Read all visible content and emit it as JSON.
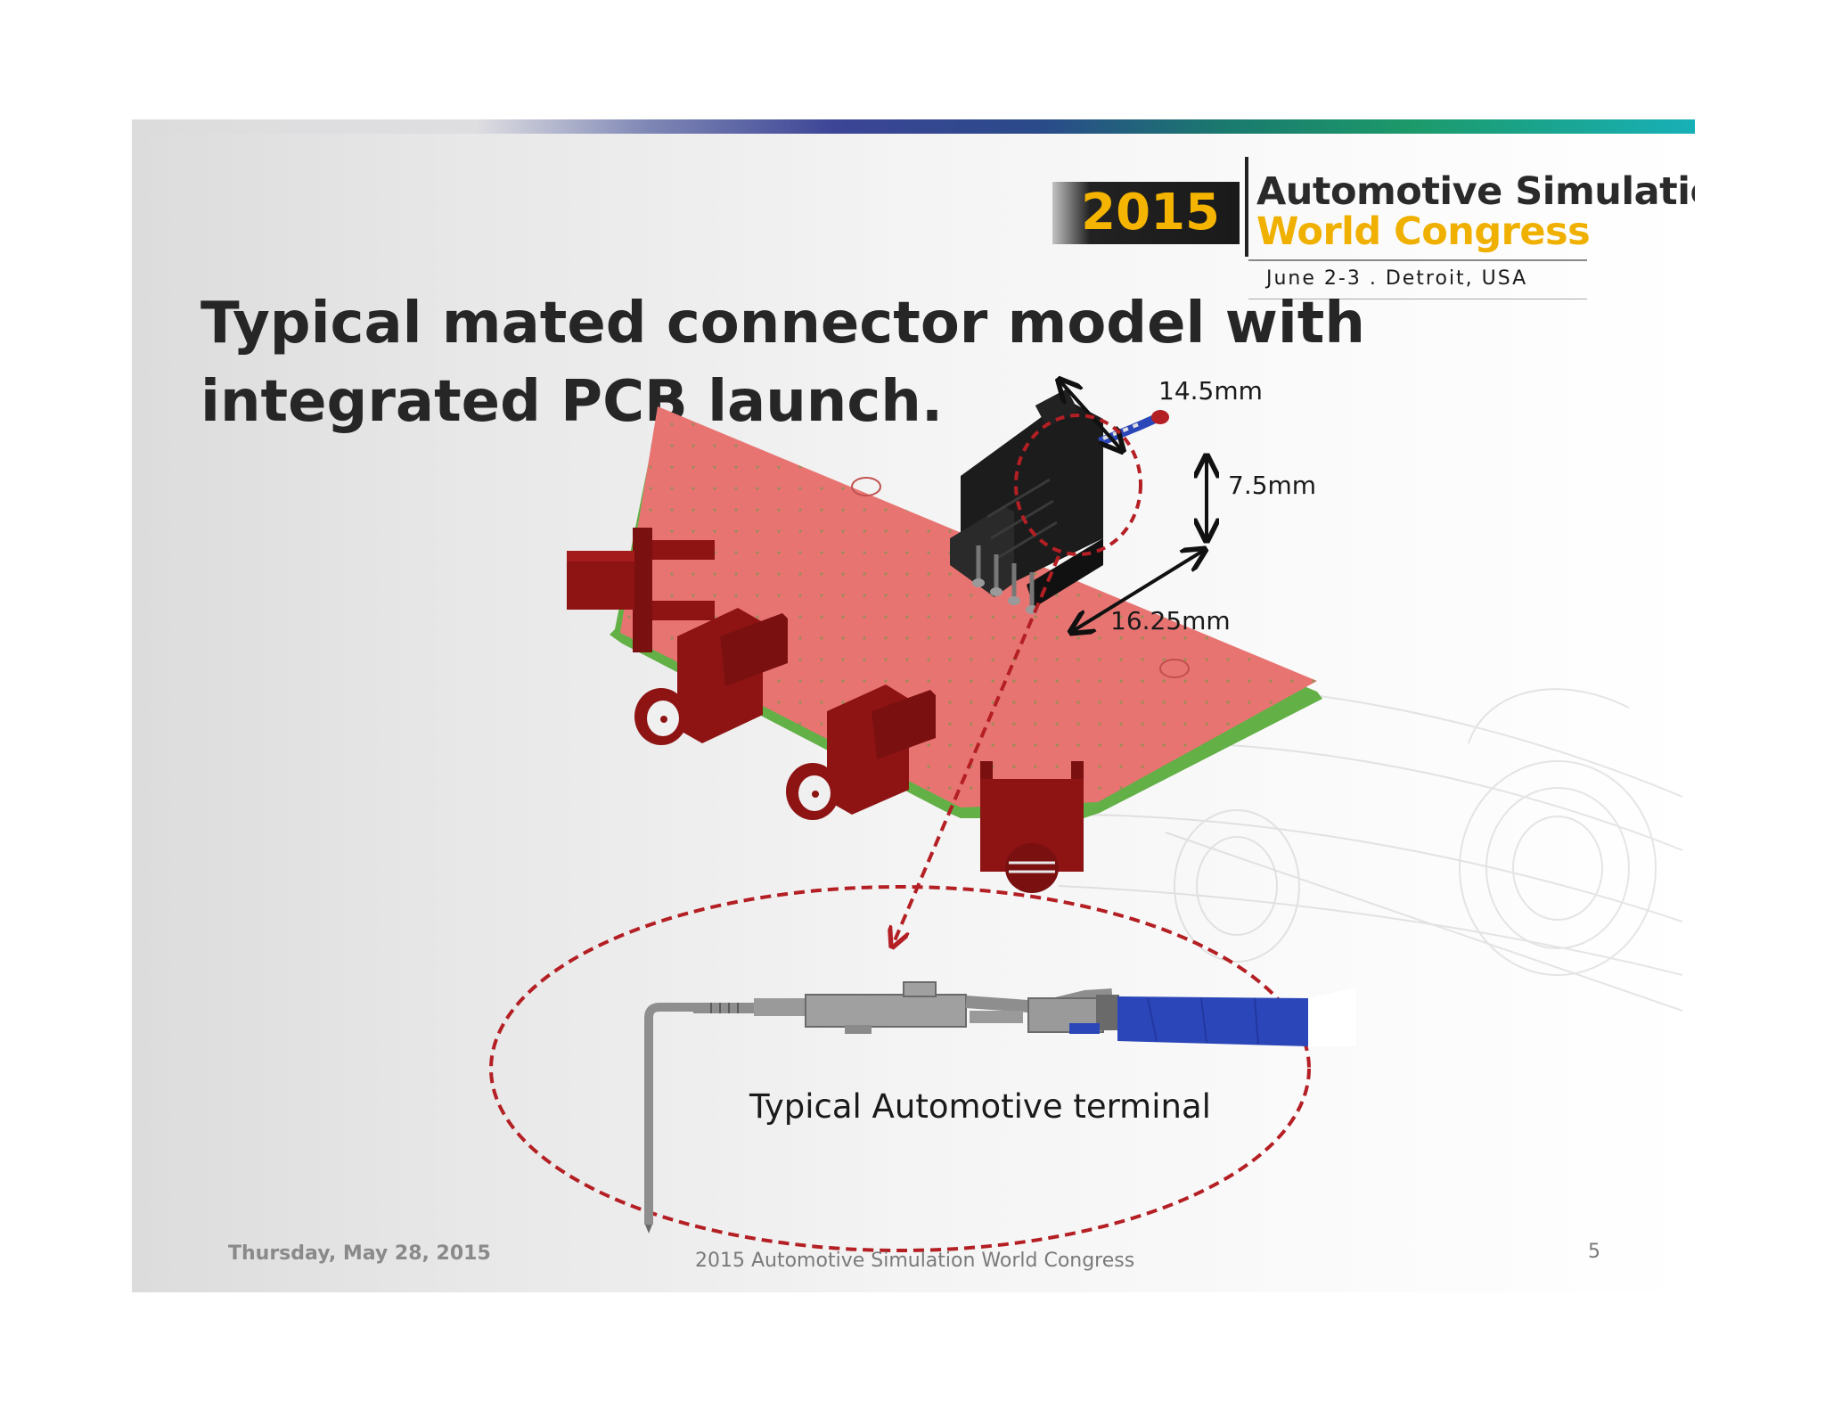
{
  "slide": {
    "title": "Typical mated connector model with integrated PCB launch.",
    "logo": {
      "year": "2015",
      "line1": "Automotive Simulation",
      "line2": "World Congress",
      "dates": "June 2-3  .  Detroit, USA"
    },
    "dimensions": {
      "width": "14.5mm",
      "height": "7.5mm",
      "depth": "16.25mm"
    },
    "terminal_label": "Typical Automotive terminal",
    "footer": {
      "date": "Thursday, May 28, 2015",
      "center": "2015 Automotive Simulation World Congress",
      "page": "5"
    }
  },
  "colors": {
    "pcb": "#e87472",
    "pcb_edge": "#62b046",
    "connector_red": "#8e1414",
    "connector_black": "#1c1c1c",
    "callout_dash": "#b41f24",
    "wire_blue": "#2a46b8",
    "logo_gold": "#f0b000"
  }
}
